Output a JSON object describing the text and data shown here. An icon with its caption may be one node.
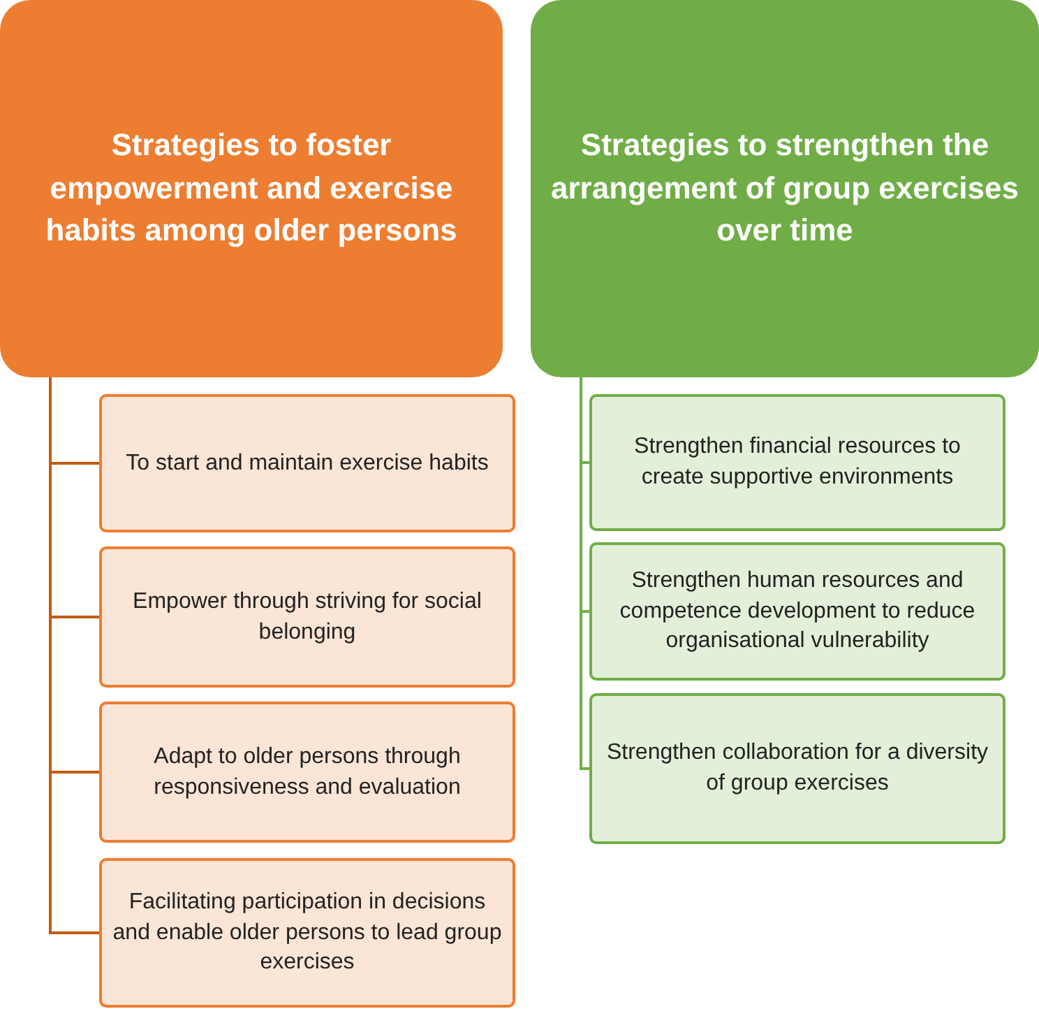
{
  "diagram": {
    "nodes": [
      {
        "text": [
          "Strategies to foster empowerment and exercise habits among older persons"
        ]
      },
      {
        "text": [
          "To start and maintain exercise habits"
        ]
      },
      {
        "text": [
          "Empower through striving for social belonging"
        ]
      },
      {
        "text": [
          "Adapt to older persons through responsiveness and evaluation"
        ]
      },
      {
        "text": [
          "Facilitating participation in decisions and enable older persons to lead group exercises"
        ]
      },
      {
        "text": [
          "Strategies to strengthen the arrangement of group exercises over time"
        ]
      },
      {
        "text": [
          "Strengthen financial resources to create supportive environments"
        ]
      },
      {
        "text": [
          "Strengthen human resources and competence development to reduce organisational vulnerability"
        ]
      },
      {
        "text": [
          "Strengthen collaboration for a diversity of group exercises"
        ]
      }
    ],
    "edges": [
      {
        "from": 0,
        "to": 1,
        "arrow": "none"
      },
      {
        "from": 0,
        "to": 2,
        "arrow": "none"
      },
      {
        "from": 0,
        "to": 3,
        "arrow": "none"
      },
      {
        "from": 0,
        "to": 4,
        "arrow": "none"
      },
      {
        "from": 5,
        "to": 6,
        "arrow": "none",
        "color": "#70ad47"
      },
      {
        "from": 5,
        "to": 7,
        "arrow": "none",
        "color": "#70ad47"
      },
      {
        "from": 5,
        "to": 8,
        "arrow": "none",
        "color": "#70ad47"
      }
    ]
  }
}
